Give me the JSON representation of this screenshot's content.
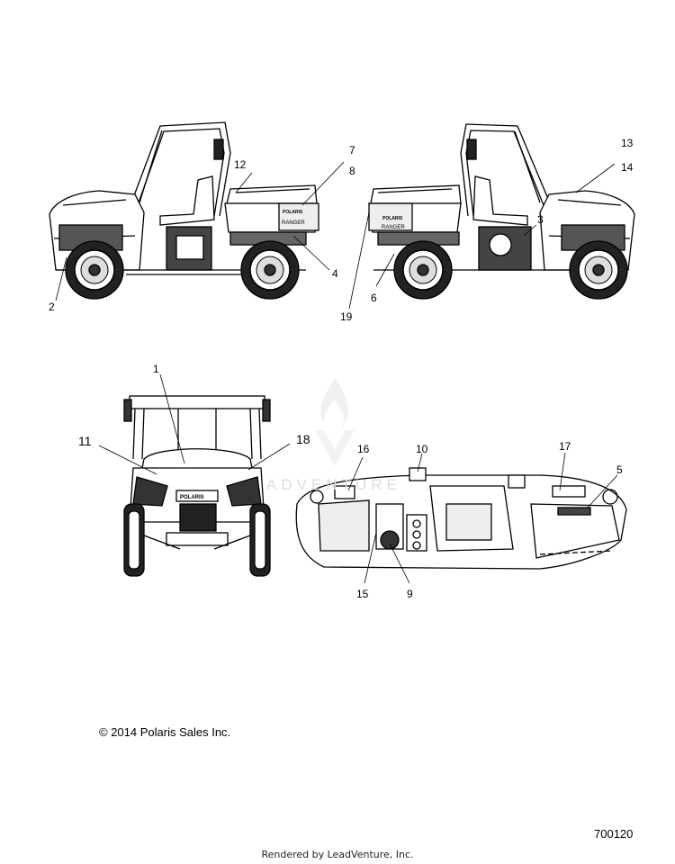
{
  "callouts": {
    "c1": "1",
    "c2": "2",
    "c3": "3",
    "c4": "4",
    "c5": "5",
    "c6": "6",
    "c7": "7",
    "c8": "8",
    "c9": "9",
    "c10": "10",
    "c11": "11",
    "c12": "12",
    "c13": "13",
    "c14": "14",
    "c15": "15",
    "c16": "16",
    "c17": "17",
    "c18": "18",
    "c19": "19"
  },
  "decal_text": {
    "brand_left": "POLARIS",
    "model_left": "RANGER",
    "brand_right": "POLARIS",
    "model_right": "RANGER",
    "brand_front": "POLARIS"
  },
  "watermark": {
    "text": "ADVENTURE"
  },
  "footer": {
    "copyright": "© 2014 Polaris Sales Inc.",
    "drawing_number": "700120",
    "render_credit": "Rendered by LeadVenture, Inc."
  }
}
